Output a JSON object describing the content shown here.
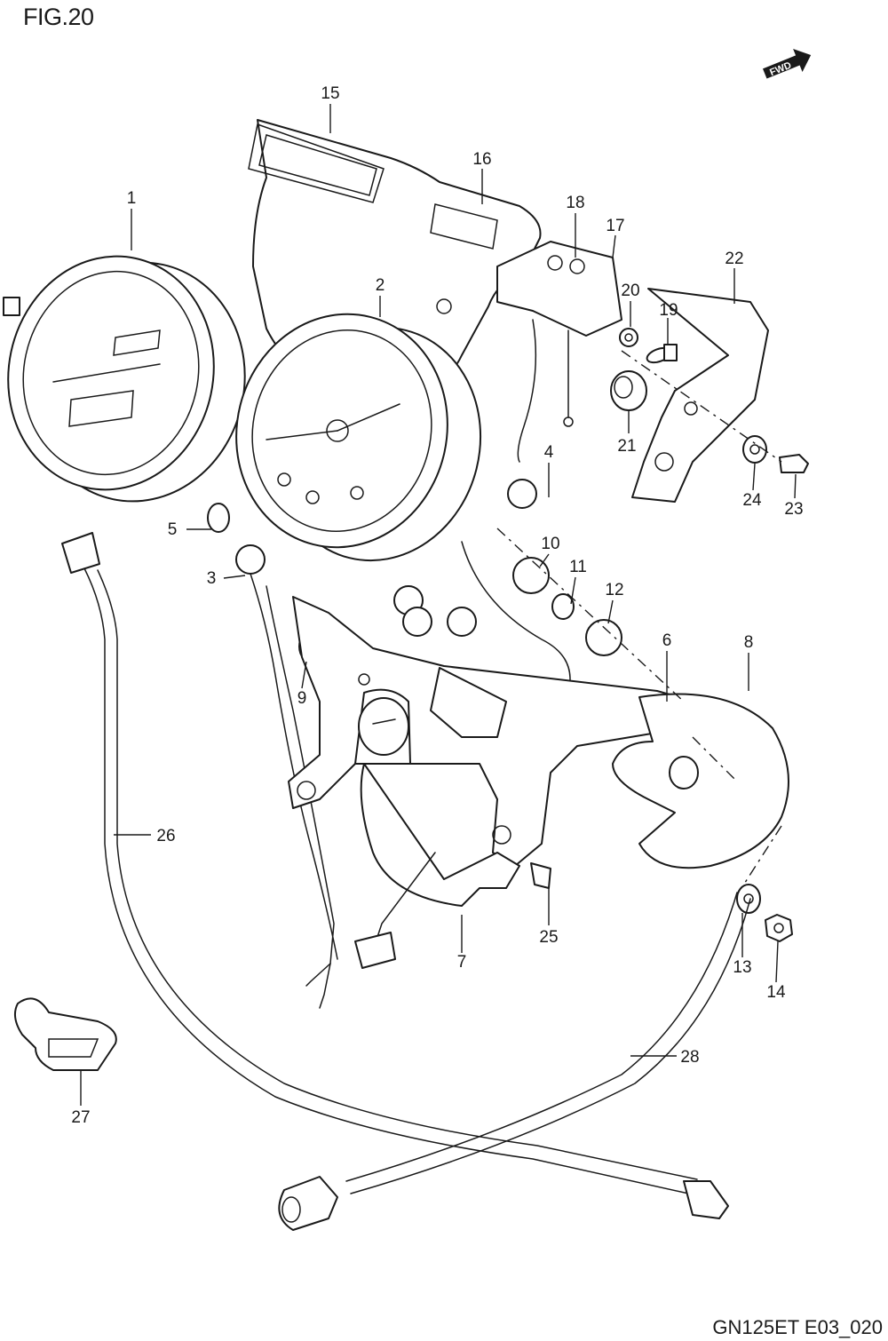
{
  "figure": {
    "title": "FIG.20",
    "footer_code": "GN125ET E03_020",
    "direction_badge": "FWD"
  },
  "callouts": [
    {
      "id": "p1",
      "label": "1"
    },
    {
      "id": "p2",
      "label": "2"
    },
    {
      "id": "p3",
      "label": "3"
    },
    {
      "id": "p4",
      "label": "4"
    },
    {
      "id": "p5",
      "label": "5"
    },
    {
      "id": "p6",
      "label": "6"
    },
    {
      "id": "p7",
      "label": "7"
    },
    {
      "id": "p8",
      "label": "8"
    },
    {
      "id": "p9",
      "label": "9"
    },
    {
      "id": "p10",
      "label": "10"
    },
    {
      "id": "p11",
      "label": "11"
    },
    {
      "id": "p12",
      "label": "12"
    },
    {
      "id": "p13",
      "label": "13"
    },
    {
      "id": "p14",
      "label": "14"
    },
    {
      "id": "p15",
      "label": "15"
    },
    {
      "id": "p16",
      "label": "16"
    },
    {
      "id": "p17",
      "label": "17"
    },
    {
      "id": "p18",
      "label": "18"
    },
    {
      "id": "p19",
      "label": "19"
    },
    {
      "id": "p20",
      "label": "20"
    },
    {
      "id": "p21",
      "label": "21"
    },
    {
      "id": "p22",
      "label": "22"
    },
    {
      "id": "p23",
      "label": "23"
    },
    {
      "id": "p24",
      "label": "24"
    },
    {
      "id": "p25",
      "label": "25"
    },
    {
      "id": "p26",
      "label": "26"
    },
    {
      "id": "p27",
      "label": "27"
    },
    {
      "id": "p28",
      "label": "28"
    }
  ]
}
